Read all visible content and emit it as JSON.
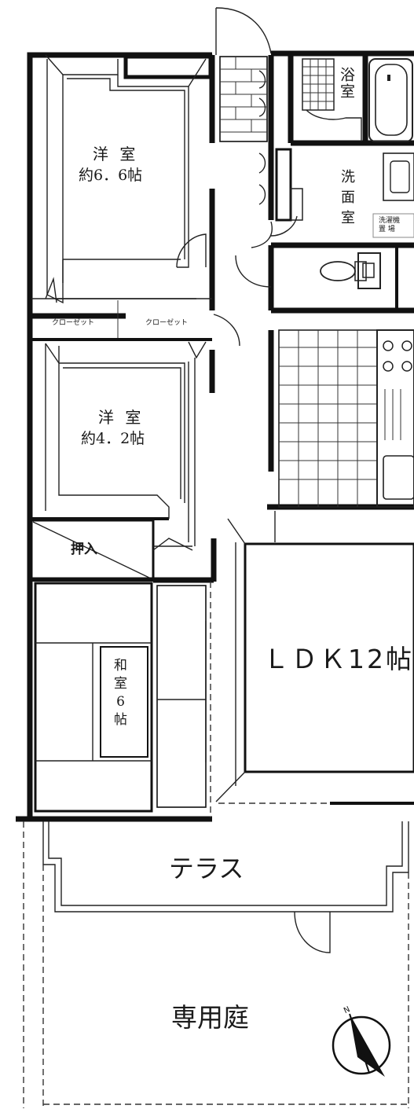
{
  "floor_plan": {
    "rooms": {
      "western_room_1": {
        "name": "洋 室",
        "size": "約6．6帖"
      },
      "western_room_2": {
        "name": "洋 室",
        "size": "約4．2帖"
      },
      "japanese_room": {
        "name": "和室6帖",
        "name_v": "和\n室\n6\n帖"
      },
      "ldk": {
        "name": "ＬＤＫ12帖"
      },
      "bath": {
        "name": "浴室"
      },
      "washroom": {
        "name": "洗面室"
      },
      "laundry": {
        "name": "洗濯機\n置 場"
      },
      "terrace": {
        "name": "テラス"
      },
      "garden": {
        "name": "専用庭"
      }
    },
    "storage": {
      "closet_1": "クローゼット",
      "closet_2": "クローゼット",
      "oshiire": "押入"
    },
    "compass": {
      "label": "N"
    }
  }
}
